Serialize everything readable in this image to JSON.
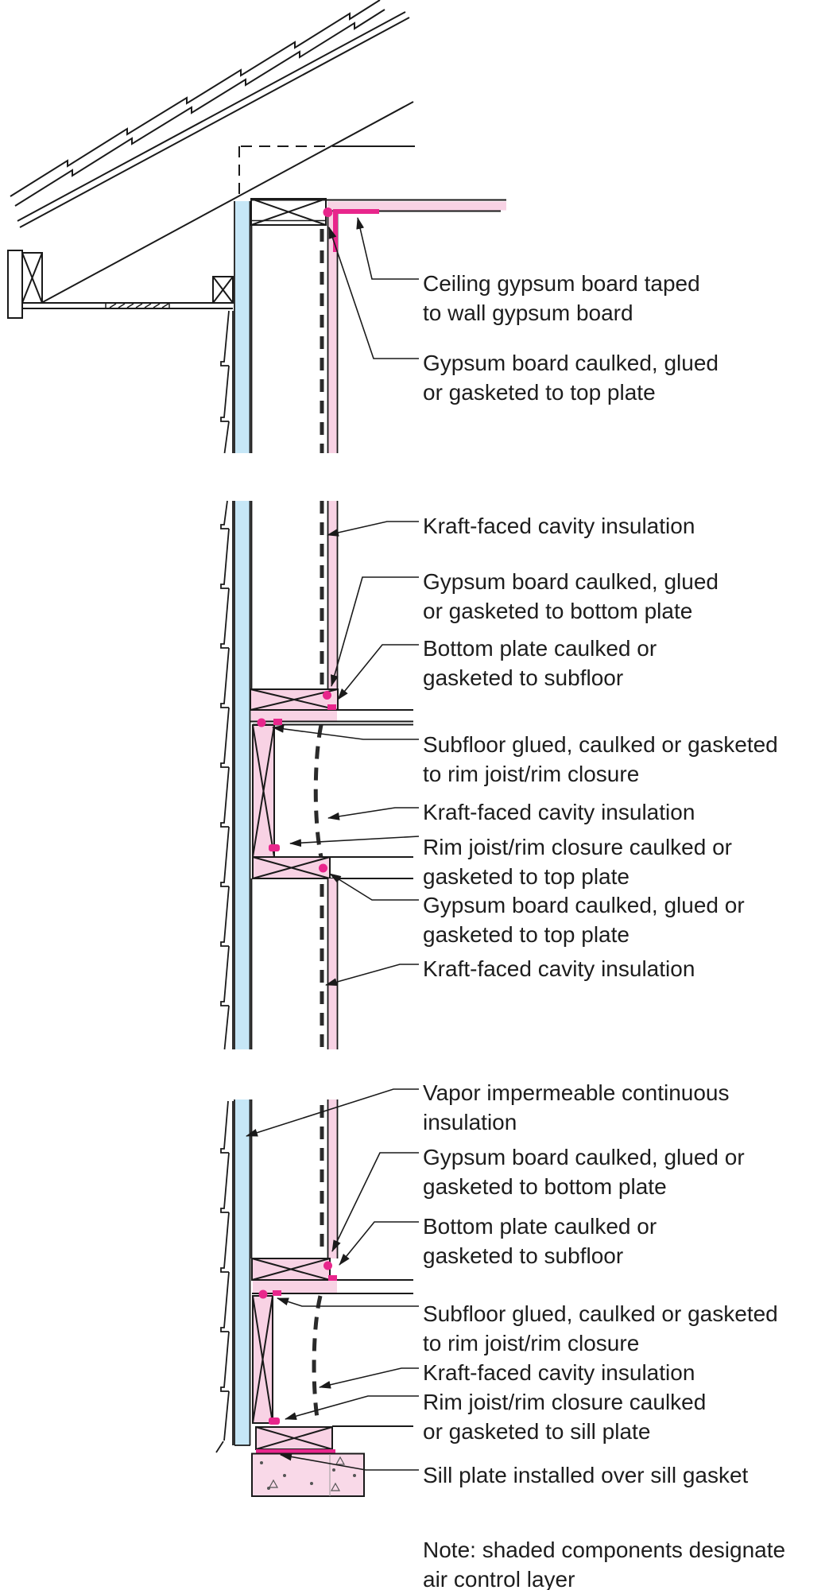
{
  "colors": {
    "air_control_shading": "#f8d2e4",
    "foundation_shading": "#f9d9e8",
    "vapor_impermeable_insulation": "#c6e7f7",
    "seal_accent": "#e8268c",
    "line": "#1a1a1a"
  },
  "labels": [
    {
      "id": "ceiling-gypsum-taped",
      "text": "Ceiling gypsum board taped\nto wall gypsum board"
    },
    {
      "id": "gypsum-to-top-plate-eave",
      "text": "Gypsum board caulked, glued\nor gasketed to top plate"
    },
    {
      "id": "kraft-cavity-insulation-1",
      "text": "Kraft-faced cavity insulation"
    },
    {
      "id": "gypsum-to-bottom-plate-mid",
      "text": "Gypsum board caulked, glued\nor gasketed to bottom plate"
    },
    {
      "id": "bottom-plate-to-subfloor-mid",
      "text": "Bottom plate caulked or\ngasketed to subfloor"
    },
    {
      "id": "subfloor-to-rim-mid",
      "text": "Subfloor glued, caulked or gasketed\nto rim joist/rim closure"
    },
    {
      "id": "kraft-cavity-insulation-2",
      "text": "Kraft-faced cavity insulation"
    },
    {
      "id": "rim-to-top-plate-mid",
      "text": "Rim joist/rim closure caulked or\ngasketed to top plate"
    },
    {
      "id": "gypsum-to-top-plate-mid",
      "text": "Gypsum board caulked, glued or\ngasketed to top plate"
    },
    {
      "id": "kraft-cavity-insulation-3",
      "text": "Kraft-faced cavity insulation"
    },
    {
      "id": "vapor-impermeable-insulation",
      "text": "Vapor impermeable continuous\ninsulation"
    },
    {
      "id": "gypsum-to-bottom-plate-low",
      "text": "Gypsum board caulked, glued or\ngasketed to bottom plate"
    },
    {
      "id": "bottom-plate-to-subfloor-low",
      "text": "Bottom plate caulked or\ngasketed to subfloor"
    },
    {
      "id": "subfloor-to-rim-low",
      "text": "Subfloor glued, caulked or gasketed\nto rim joist/rim closure"
    },
    {
      "id": "kraft-cavity-insulation-4",
      "text": "Kraft-faced cavity insulation"
    },
    {
      "id": "rim-to-sill-plate",
      "text": "Rim joist/rim closure caulked\nor gasketed to sill plate"
    },
    {
      "id": "sill-plate-over-gasket",
      "text": "Sill plate installed over sill gasket"
    }
  ],
  "note": "Note: shaded components designate\nair control layer"
}
